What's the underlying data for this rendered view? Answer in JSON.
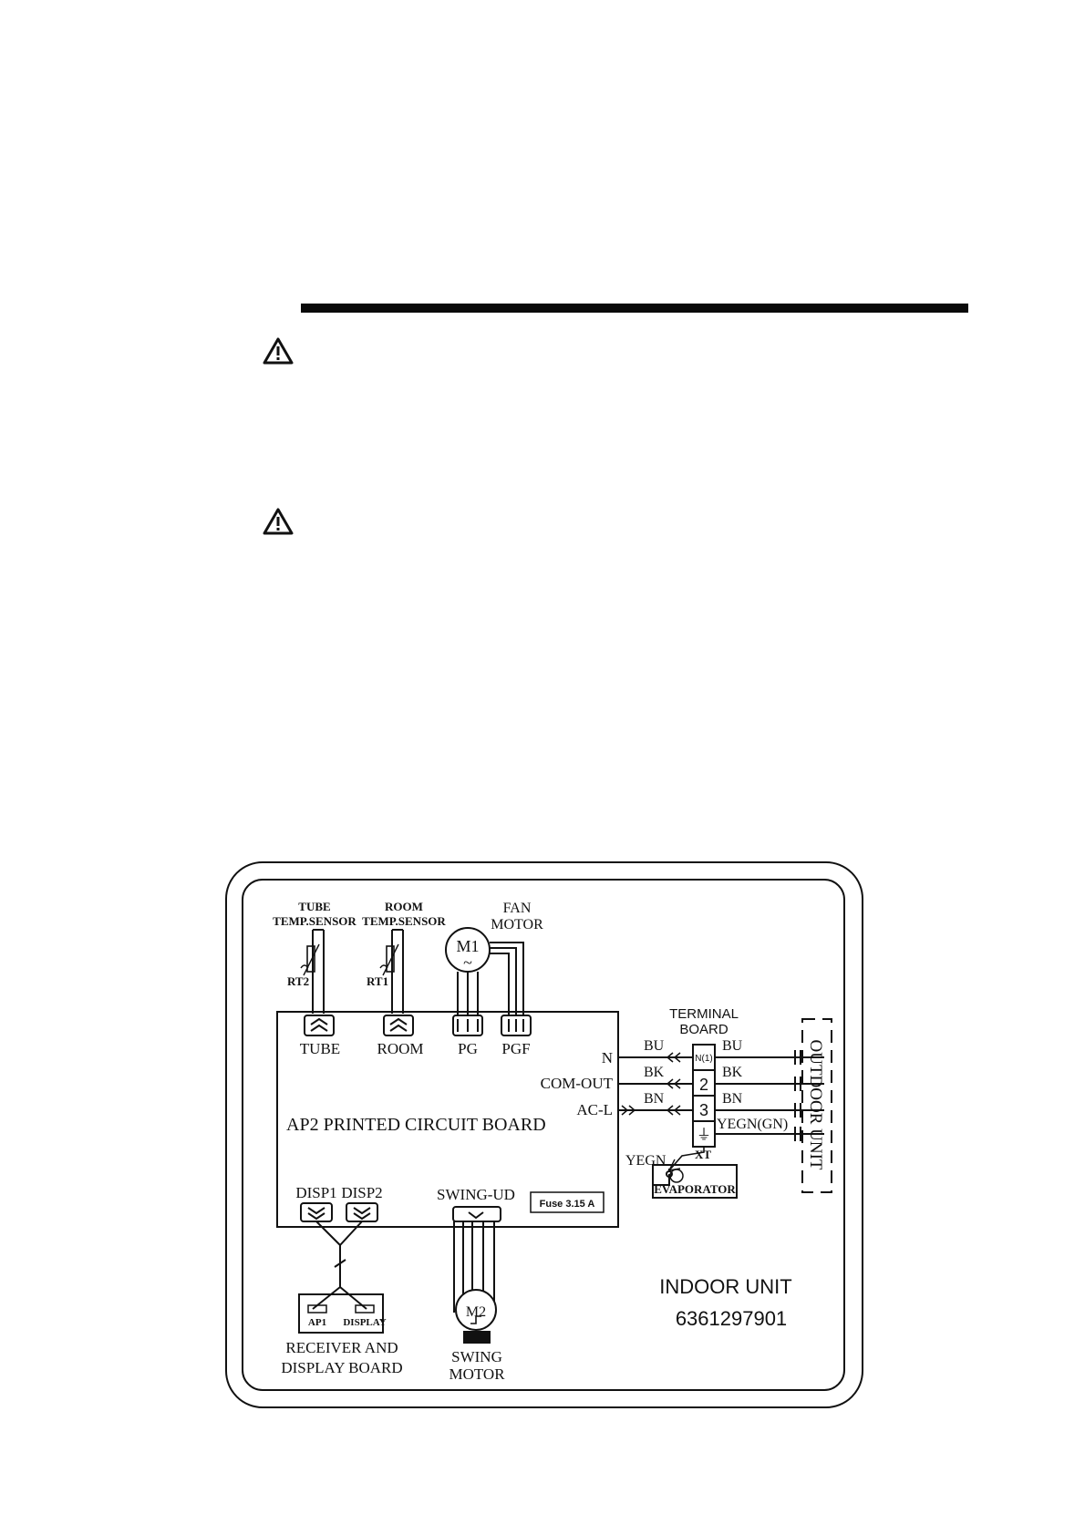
{
  "sensors": {
    "tube_label_1": "TUBE",
    "tube_label_2": "TEMP.SENSOR",
    "tube_id": "RT2",
    "room_label_1": "ROOM",
    "room_label_2": "TEMP.SENSOR",
    "room_id": "RT1"
  },
  "fan_motor": {
    "label_1": "FAN",
    "label_2": "MOTOR",
    "id": "M1",
    "symbol": "~"
  },
  "connectors": {
    "tube": "TUBE",
    "room": "ROOM",
    "pg": "PG",
    "pgf": "PGF",
    "disp1": "DISP1",
    "disp2": "DISP2",
    "swing": "SWING-UD"
  },
  "pcb": {
    "title": "AP2 PRINTED CIRCUIT BOARD",
    "fuse": "Fuse 3.15 A",
    "n": "N",
    "com_out": "COM-OUT",
    "ac_l": "AC-L"
  },
  "terminal_board": {
    "label_1": "TERMINAL",
    "label_2": "BOARD",
    "t1": "N(1)",
    "t2": "2",
    "t3": "3",
    "t4": "⏚",
    "xt": "XT"
  },
  "wires": {
    "bu_l": "BU",
    "bk_l": "BK",
    "bn_l": "BN",
    "bu_r": "BU",
    "bk_r": "BK",
    "bn_r": "BN",
    "yegn_r": "YEGN(GN)",
    "yegn": "YEGN"
  },
  "evaporator": {
    "label": "EVAPORATOR",
    "ground": "⏚"
  },
  "outdoor": {
    "label": "OUTDOOR UNIT"
  },
  "indoor": {
    "label": "INDOOR UNIT",
    "code": "6361297901"
  },
  "display_board": {
    "ap1": "AP1",
    "display": "DISPLAY",
    "label_1": "RECEIVER AND",
    "label_2": "DISPLAY BOARD"
  },
  "swing_motor": {
    "id": "M2",
    "label_1": "SWING",
    "label_2": "MOTOR"
  }
}
